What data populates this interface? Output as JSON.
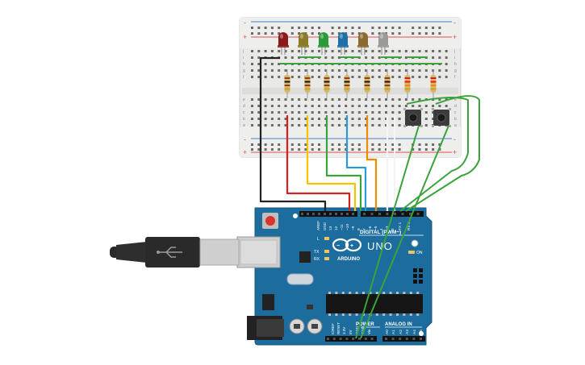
{
  "canvas": {
    "background": "#ffffff"
  },
  "breadboard": {
    "rail_plus": "+",
    "rail_minus": "-",
    "row_letters_top": [
      "j",
      "i",
      "h",
      "g",
      "f"
    ],
    "row_letters_bottom": [
      "e",
      "d",
      "c",
      "b",
      "a"
    ],
    "colors": {
      "body": "#e8e8e6",
      "red_line": "#d9534f",
      "blue_line": "#4a7fc1",
      "hole": "#5a5a5a"
    }
  },
  "leds": [
    {
      "color": "#8b1a1a",
      "name": "dark-red"
    },
    {
      "color": "#8a7a2a",
      "name": "olive"
    },
    {
      "color": "#2a9a3a",
      "name": "green"
    },
    {
      "color": "#1f6fa8",
      "name": "blue"
    },
    {
      "color": "#8a6a30",
      "name": "brown"
    },
    {
      "color": "#9a9a9a",
      "name": "gray"
    }
  ],
  "wires": {
    "black": "#222222",
    "red": "#d42020",
    "yellow": "#f5c400",
    "green": "#3aa33a",
    "blue": "#2a9ad6",
    "orange": "#f08a00",
    "white": "#f4f4f4"
  },
  "arduino": {
    "board_color": "#1c6c9e",
    "logo_text": "ARDUINO",
    "model": "UNO",
    "digital_label": "DIGITAL (PWM~)",
    "analog_label": "ANALOG IN",
    "power_label": "POWER",
    "led_labels": [
      "L",
      "TX",
      "RX"
    ],
    "on_label": "ON",
    "aref": "AREF",
    "gnd": "GND",
    "digital_pins": [
      "13",
      "12",
      "~11",
      "~10",
      "~9",
      "8",
      "7",
      "~6",
      "~5",
      "4",
      "~3",
      "2",
      "TX 1",
      "RX 0"
    ],
    "power_pins": [
      "IOREF",
      "RESET",
      "3.3V",
      "5V",
      "GND",
      "GND",
      "Vin"
    ],
    "analog_pins": [
      "A0",
      "A1",
      "A2",
      "A3",
      "A4",
      "A5"
    ]
  },
  "usb": {
    "cable_color": "#2a2a2a",
    "connector_color": "#cfcfcf"
  }
}
